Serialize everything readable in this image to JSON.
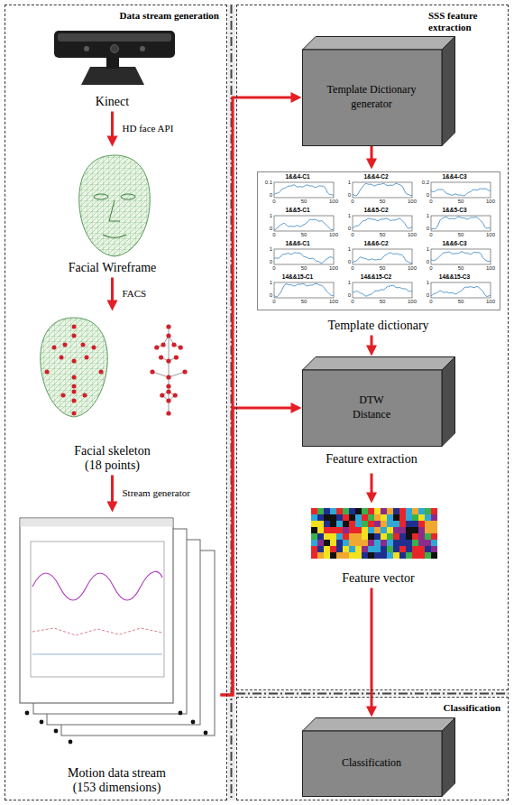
{
  "diagram": {
    "nodes": [
      {
        "text": [
          "Data stream generation"
        ]
      },
      {
        "text": [
          "Kinect"
        ],
        "in": 0
      },
      {
        "text": [
          "Facial Wireframe"
        ],
        "in": 0
      },
      {
        "text": [
          "Facial skeleton (18 points)"
        ],
        "in": 0
      },
      {
        "text": [
          "Motion data stream (153 dimensions)"
        ],
        "in": 0
      },
      {
        "text": [
          "SSS feature extraction"
        ]
      },
      {
        "text": [
          "Template Dictionary generator"
        ],
        "in": 5
      },
      {
        "text": [
          "Template dictionary"
        ],
        "in": 5
      },
      {
        "text": [
          "DTW Distance",
          "Feature extraction"
        ],
        "in": 5
      },
      {
        "text": [
          "Feature vector"
        ],
        "in": 5
      },
      {
        "text": [
          "Classification"
        ]
      },
      {
        "text": [
          "Classification"
        ],
        "in": 10
      }
    ],
    "edges": [
      {
        "from": 1,
        "to": 2,
        "label": "HD face API",
        "arrow": "to"
      },
      {
        "from": 2,
        "to": 3,
        "label": "FACS",
        "arrow": "to"
      },
      {
        "from": 3,
        "to": 4,
        "label": "Stream generator",
        "arrow": "to"
      },
      {
        "from": 4,
        "to": 6,
        "arrow": "to"
      },
      {
        "from": 4,
        "to": 8,
        "arrow": "to"
      },
      {
        "from": 6,
        "to": 7,
        "arrow": "to"
      },
      {
        "from": 7,
        "to": 8,
        "arrow": "to"
      },
      {
        "from": 8,
        "to": 9,
        "arrow": "to"
      },
      {
        "from": 9,
        "to": 11,
        "arrow": "to"
      }
    ],
    "labels": [
      "1&&4-C1",
      "0.1",
      "0",
      "0",
      "50",
      "100",
      "1&&4-C2",
      "1",
      "0",
      "0",
      "50",
      "100",
      "1&&4-C3",
      "0.2",
      "0",
      "0",
      "50",
      "100",
      "1&&5-C1",
      "1",
      "0",
      "0",
      "50",
      "100",
      "1&&5-C2",
      "1",
      "0",
      "0",
      "50",
      "100",
      "1&&5-C3",
      "1",
      "0",
      "0",
      "50",
      "100",
      "1&&6-C1",
      "1",
      "0",
      "0",
      "50",
      "100",
      "1&&6-C2",
      "1",
      "0",
      "0",
      "50",
      "100",
      "1&&6-C3",
      "1",
      "0",
      "0",
      "50",
      "100",
      "14&&15-C1",
      "1",
      "0",
      "0",
      "50",
      "100",
      "14&&15-C2",
      "1",
      "0",
      "0",
      "50",
      "100",
      "14&&15-C3",
      "1",
      "0",
      "0",
      "50",
      "100"
    ]
  }
}
